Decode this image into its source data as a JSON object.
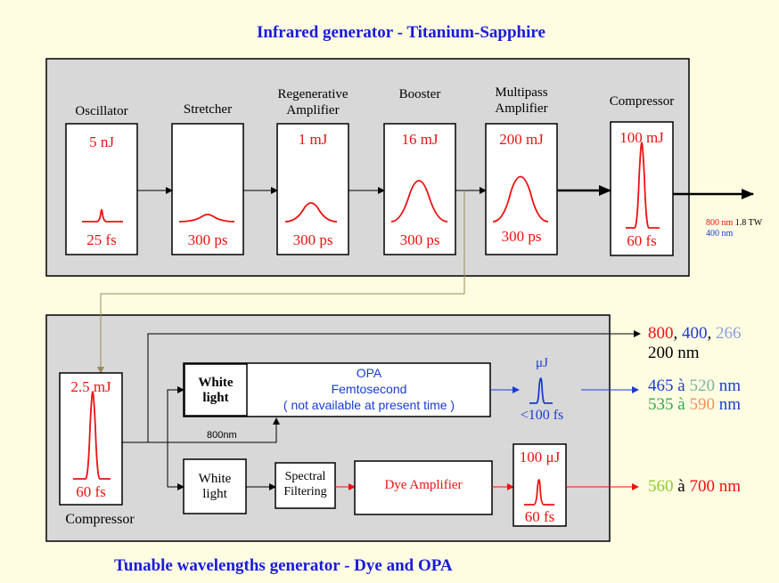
{
  "titles": {
    "top": "Infrared generator  -  Titanium-Sapphire",
    "bottom": "Tunable wavelengths generator  -  Dye and OPA"
  },
  "stages": [
    {
      "label_line1": "Oscillator",
      "label_line2": "",
      "energy": "5 nJ",
      "duration": "25 fs"
    },
    {
      "label_line1": "Stretcher",
      "label_line2": "",
      "energy": "",
      "duration": "300 ps"
    },
    {
      "label_line1": "Regenerative",
      "label_line2": "Amplifier",
      "energy": "1 mJ",
      "duration": "300 ps"
    },
    {
      "label_line1": "Booster",
      "label_line2": "",
      "energy": "16 mJ",
      "duration": "300 ps"
    },
    {
      "label_line1": "Multipass",
      "label_line2": "Amplifier",
      "energy": "200 mJ",
      "duration": "300 ps"
    },
    {
      "label_line1": "Compressor",
      "label_line2": "",
      "energy": "100 mJ",
      "duration": "60 fs"
    }
  ],
  "output_top": {
    "wl_red": "800 nm",
    "power": " 1.8 TW",
    "wl_blue": "400 nm"
  },
  "lower_compressor": {
    "energy": "2.5 mJ",
    "duration": "60 fs",
    "label": "Compressor"
  },
  "opa": {
    "white_light_1": "White",
    "white_light_2": "light",
    "title": "OPA",
    "subtitle": "Femtosecond",
    "note": "( not available at present time )",
    "pump_label": "800nm",
    "out_energy": "μJ",
    "out_duration": "<100 fs"
  },
  "dye": {
    "white_light_1": "White",
    "white_light_2": "light",
    "filter_1": "Spectral",
    "filter_2": "Filtering",
    "amplifier": "Dye Amplifier",
    "out_energy": "100 μJ",
    "out_duration": "60 fs"
  },
  "outputs": {
    "harmonics": {
      "a": "800",
      "sep1": ", ",
      "b": "400",
      "sep2": ", ",
      "c": "266",
      "line2": "200 nm"
    },
    "opa_range_1": {
      "a": "465",
      "mid": " à ",
      "b": "520",
      "unit": " nm"
    },
    "opa_range_2": {
      "a": "535",
      "mid": " à ",
      "b": "590",
      "unit": " nm"
    },
    "dye_range": {
      "a": "560",
      "mid": " à ",
      "b": "700",
      "unit": " nm"
    }
  },
  "colors": {
    "background": "#fefde2",
    "panel": "#d8d8d8",
    "title": "#1a1adc",
    "pulse_red": "#ee1111",
    "blue": "#1a3bd6",
    "light_blue": "#8aa0e0",
    "teal": "#7cb3a0",
    "green": "#2ea84a",
    "orange": "#f0905a",
    "yellow_green": "#8ccf22",
    "connector": "#9a8c5a"
  }
}
